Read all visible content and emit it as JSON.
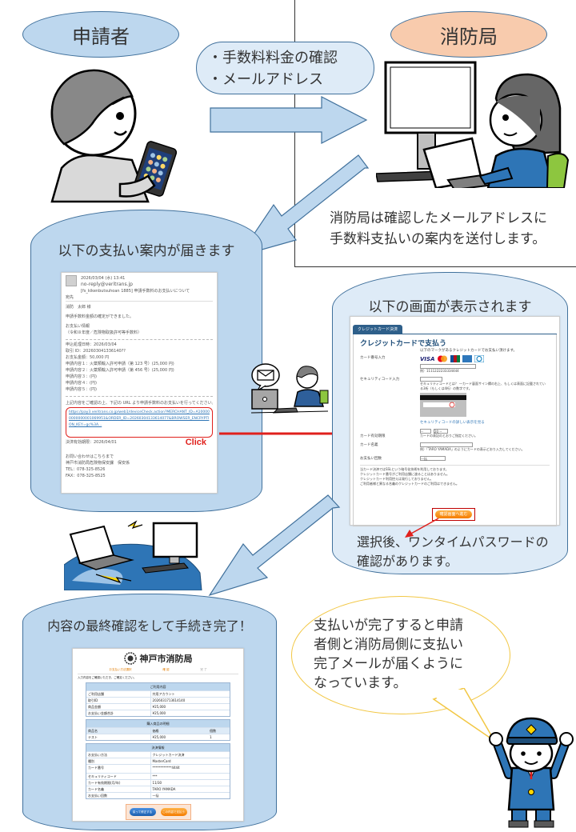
{
  "actors": {
    "applicant": "申請者",
    "fire_department": "消防局"
  },
  "confirmation_items": [
    "・手数料料金の確認",
    "・メールアドレス"
  ],
  "step_notes": {
    "fire_sends": [
      "消防局は確認したメールアドレスに",
      "手数料支払いの案内を送付します。"
    ],
    "receive_guide": "以下の支払い案内が届きます",
    "screen_shown": "以下の画面が表示されます",
    "otp_note": [
      "選択後、ワンタイムパスワードの",
      "確認があります。"
    ],
    "final_confirm": "内容の最終確認をして手続き完了！",
    "completion_note": [
      "支払いが完了すると申請",
      "者側と消防局側に支払い",
      "完了メールが届くように",
      "なっています。"
    ]
  },
  "email": {
    "date": "2026/03/04 (水) 13:41",
    "from": "no-reply@veritrans.jp",
    "subject": "[fs_kikenbutsuhoan 1885] 申請手数料のお支払いについて",
    "to_label": "宛先",
    "greeting": "消防　太郎 様",
    "body_lines": [
      "申請手数料金額の確定ができました。",
      "お支払い情報",
      "（令和８年度／危険物取扱許可等手数料）",
      "申込処理日時：2026/03/04",
      "取引 ID：202603041336140??",
      "お支払金額：50,000 円",
      "申請内容１：火薬類輸入許可申請（第 123 号）(25,000 円)",
      "申請内容２：火薬類輸入許可申請（第 456 号）(25,000 円)",
      "申請内容３：(円)",
      "申請内容４：(円)",
      "申請内容５：(円)",
      "上記内容をご確認の上、下記の URL より申請手数料のお支払いを行ってください。"
    ],
    "link": "https://pay3.veritrans.co.jp/web1/deviceCheck.action?MERCHANT_ID=A100000000000001069951&ORDER_ID=20260304133614077&BROWSER_ENCRYPTION_KEY=gc%3A...",
    "click_label": "Click",
    "deadline": "決済有効期限：2026/04/01",
    "contact_lines": [
      "お問い合わせはこちらまで",
      "神戸市消防局危険物保安課　保安係",
      "TEL：078-325-8526",
      "FAX：078-325-8525"
    ]
  },
  "credit_card_form": {
    "tab": "クレジットカード決済",
    "title": "クレジットカードで支払う",
    "intro": "以下のマークがあるクレジットカードでお支払い頂けます。",
    "card_number_label": "カード番号入力",
    "card_brands": [
      "VISA",
      "Mastercard",
      "JCB",
      "AMEX",
      "Diners"
    ],
    "card_number_example": "例）1111222233334444",
    "security_code_label": "セキュリティコード入力",
    "security_code_help": "セキュリティコードとは？ ―カード裏面サイン欄の右上、もしくは表面に記載されている3桁（もしくは4桁）の数字です。",
    "security_code_link": "セキュリティコードの詳しい表示を見る",
    "expiry_label": "カード有効期限",
    "expiry_month": "--",
    "expiry_year": "20 --",
    "expiry_help": "カードの表記のとおりご指定ください。",
    "holder_label": "カード名義",
    "holder_example": "例）「TARO YAMADA」のようにカードの表示どおり入力してください。",
    "installments_label": "お支払い回数",
    "installments_value": "一括",
    "notes": [
      "当カード決済ではSSLという暗号化技術を利用しております。",
      "クレジットカード番号がご利用店舗に渡ることはありません。",
      "クレジットカード利用控えは発行しておりません。",
      "ご利用者様と異なる名義のクレジットカードのご利用はできません。"
    ],
    "submit_button": "確認画面へ進む"
  },
  "confirmation_page": {
    "logo_text": "神戸市消防局",
    "steps": [
      "お支払い方法選択",
      "確 認",
      "完 了"
    ],
    "instruction": "入力内容をご確認いただき、ご確定ください。",
    "order_table": {
      "title": "ご利用内容",
      "rows": [
        [
          "ご利用店舗",
          "共用アカウント"
        ],
        [
          "取引ID",
          "2026031713614140"
        ],
        [
          "商品金額",
          "¥25,000"
        ],
        [
          "お支払い金額合計",
          "¥25,000"
        ]
      ]
    },
    "items_table": {
      "title": "購入商品の明細",
      "headers": [
        "商品名",
        "価格",
        "個数"
      ],
      "rows": [
        [
          "テスト",
          "¥25,000",
          "1"
        ]
      ]
    },
    "payment_table": {
      "title": "決済情報",
      "rows": [
        [
          "お支払い方法",
          "クレジットカード決済"
        ],
        [
          "種別",
          "MasterCard"
        ],
        [
          "カード番号",
          "************4444"
        ],
        [
          "セキュリティコード",
          "***"
        ],
        [
          "カード有効期限(月/年)",
          "11/30"
        ],
        [
          "カード名義",
          "TARO YAMADA"
        ],
        [
          "お支払い回数",
          "一括"
        ]
      ]
    },
    "back_button": "戻って修正する",
    "pay_button": "この内容で支払う"
  },
  "colors": {
    "balloon_blue": "#bdd7ee",
    "balloon_light": "#deebf7",
    "outline": "#41719c",
    "fire_orange": "#f8cbad",
    "click_red": "#e0201c",
    "speech_border": "#f2c744"
  }
}
